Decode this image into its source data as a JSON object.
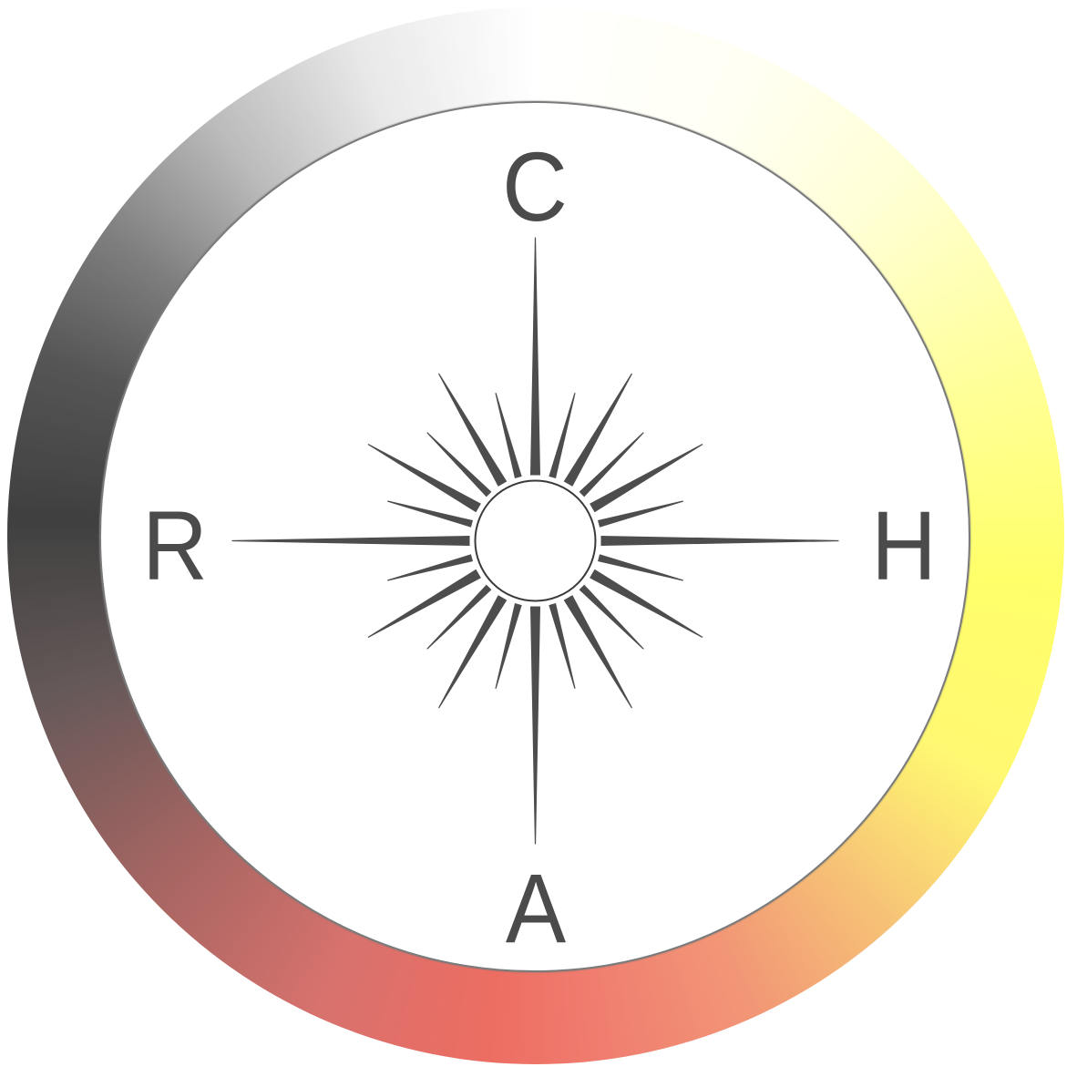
{
  "emblem": {
    "letters": {
      "top": "C",
      "left": "R",
      "right": "H",
      "bottom": "A"
    },
    "ring_colors": {
      "top": "#ffffff",
      "right": "#ffff40",
      "lower_right": "#f4b050",
      "bottom": "#e84436",
      "lower_left": "#8c3a36",
      "left": "#0a0a0a",
      "upper_left": "#a8a8a8"
    },
    "star_color": "#4d4d4d",
    "icons": [
      "compass-rose-icon",
      "sun-icon",
      "medicine-wheel-ring"
    ]
  }
}
